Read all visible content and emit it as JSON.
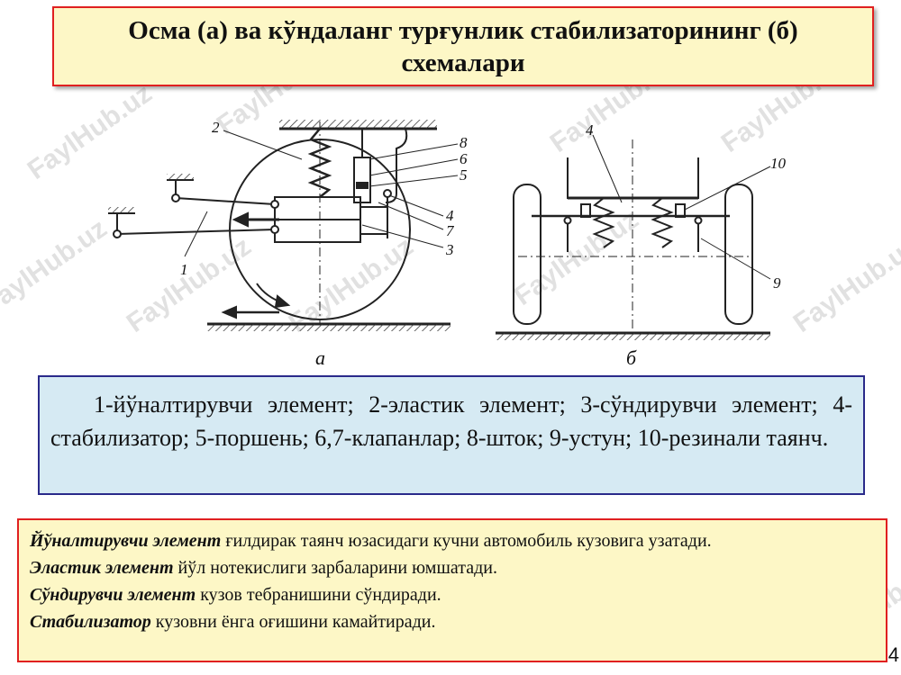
{
  "title": "Осма (а) ва кўндаланг турғунлик стабилизаторининг (б) схемалари",
  "figure": {
    "label_a": "а",
    "label_b": "б",
    "callouts": [
      "1",
      "2",
      "3",
      "4",
      "5",
      "6",
      "7",
      "8",
      "4",
      "9",
      "10"
    ]
  },
  "legend": "1-йўналтирувчи элемент; 2-эластик элемент; 3-сўндирувчи элемент; 4- стабилизатор; 5-поршень; 6,7-клапанлар; 8-шток; 9-устун; 10-резинали таянч.",
  "definitions": [
    {
      "term": "Йўналтирувчи элемент",
      "text": " ғилдирак таянч юзасидаги кучни автомобиль кузовига узатади."
    },
    {
      "term": "Эластик элемент",
      "text": " йўл нотекислиги зарбаларини юмшатади."
    },
    {
      "term": "Сўндирувчи элемент",
      "text": " кузов тебранишини сўндиради."
    },
    {
      "term": "Стабилизатор",
      "text": " кузовни ёнга оғишини камайтиради."
    }
  ],
  "page_number": "4",
  "watermark": "FaylHub.uz"
}
